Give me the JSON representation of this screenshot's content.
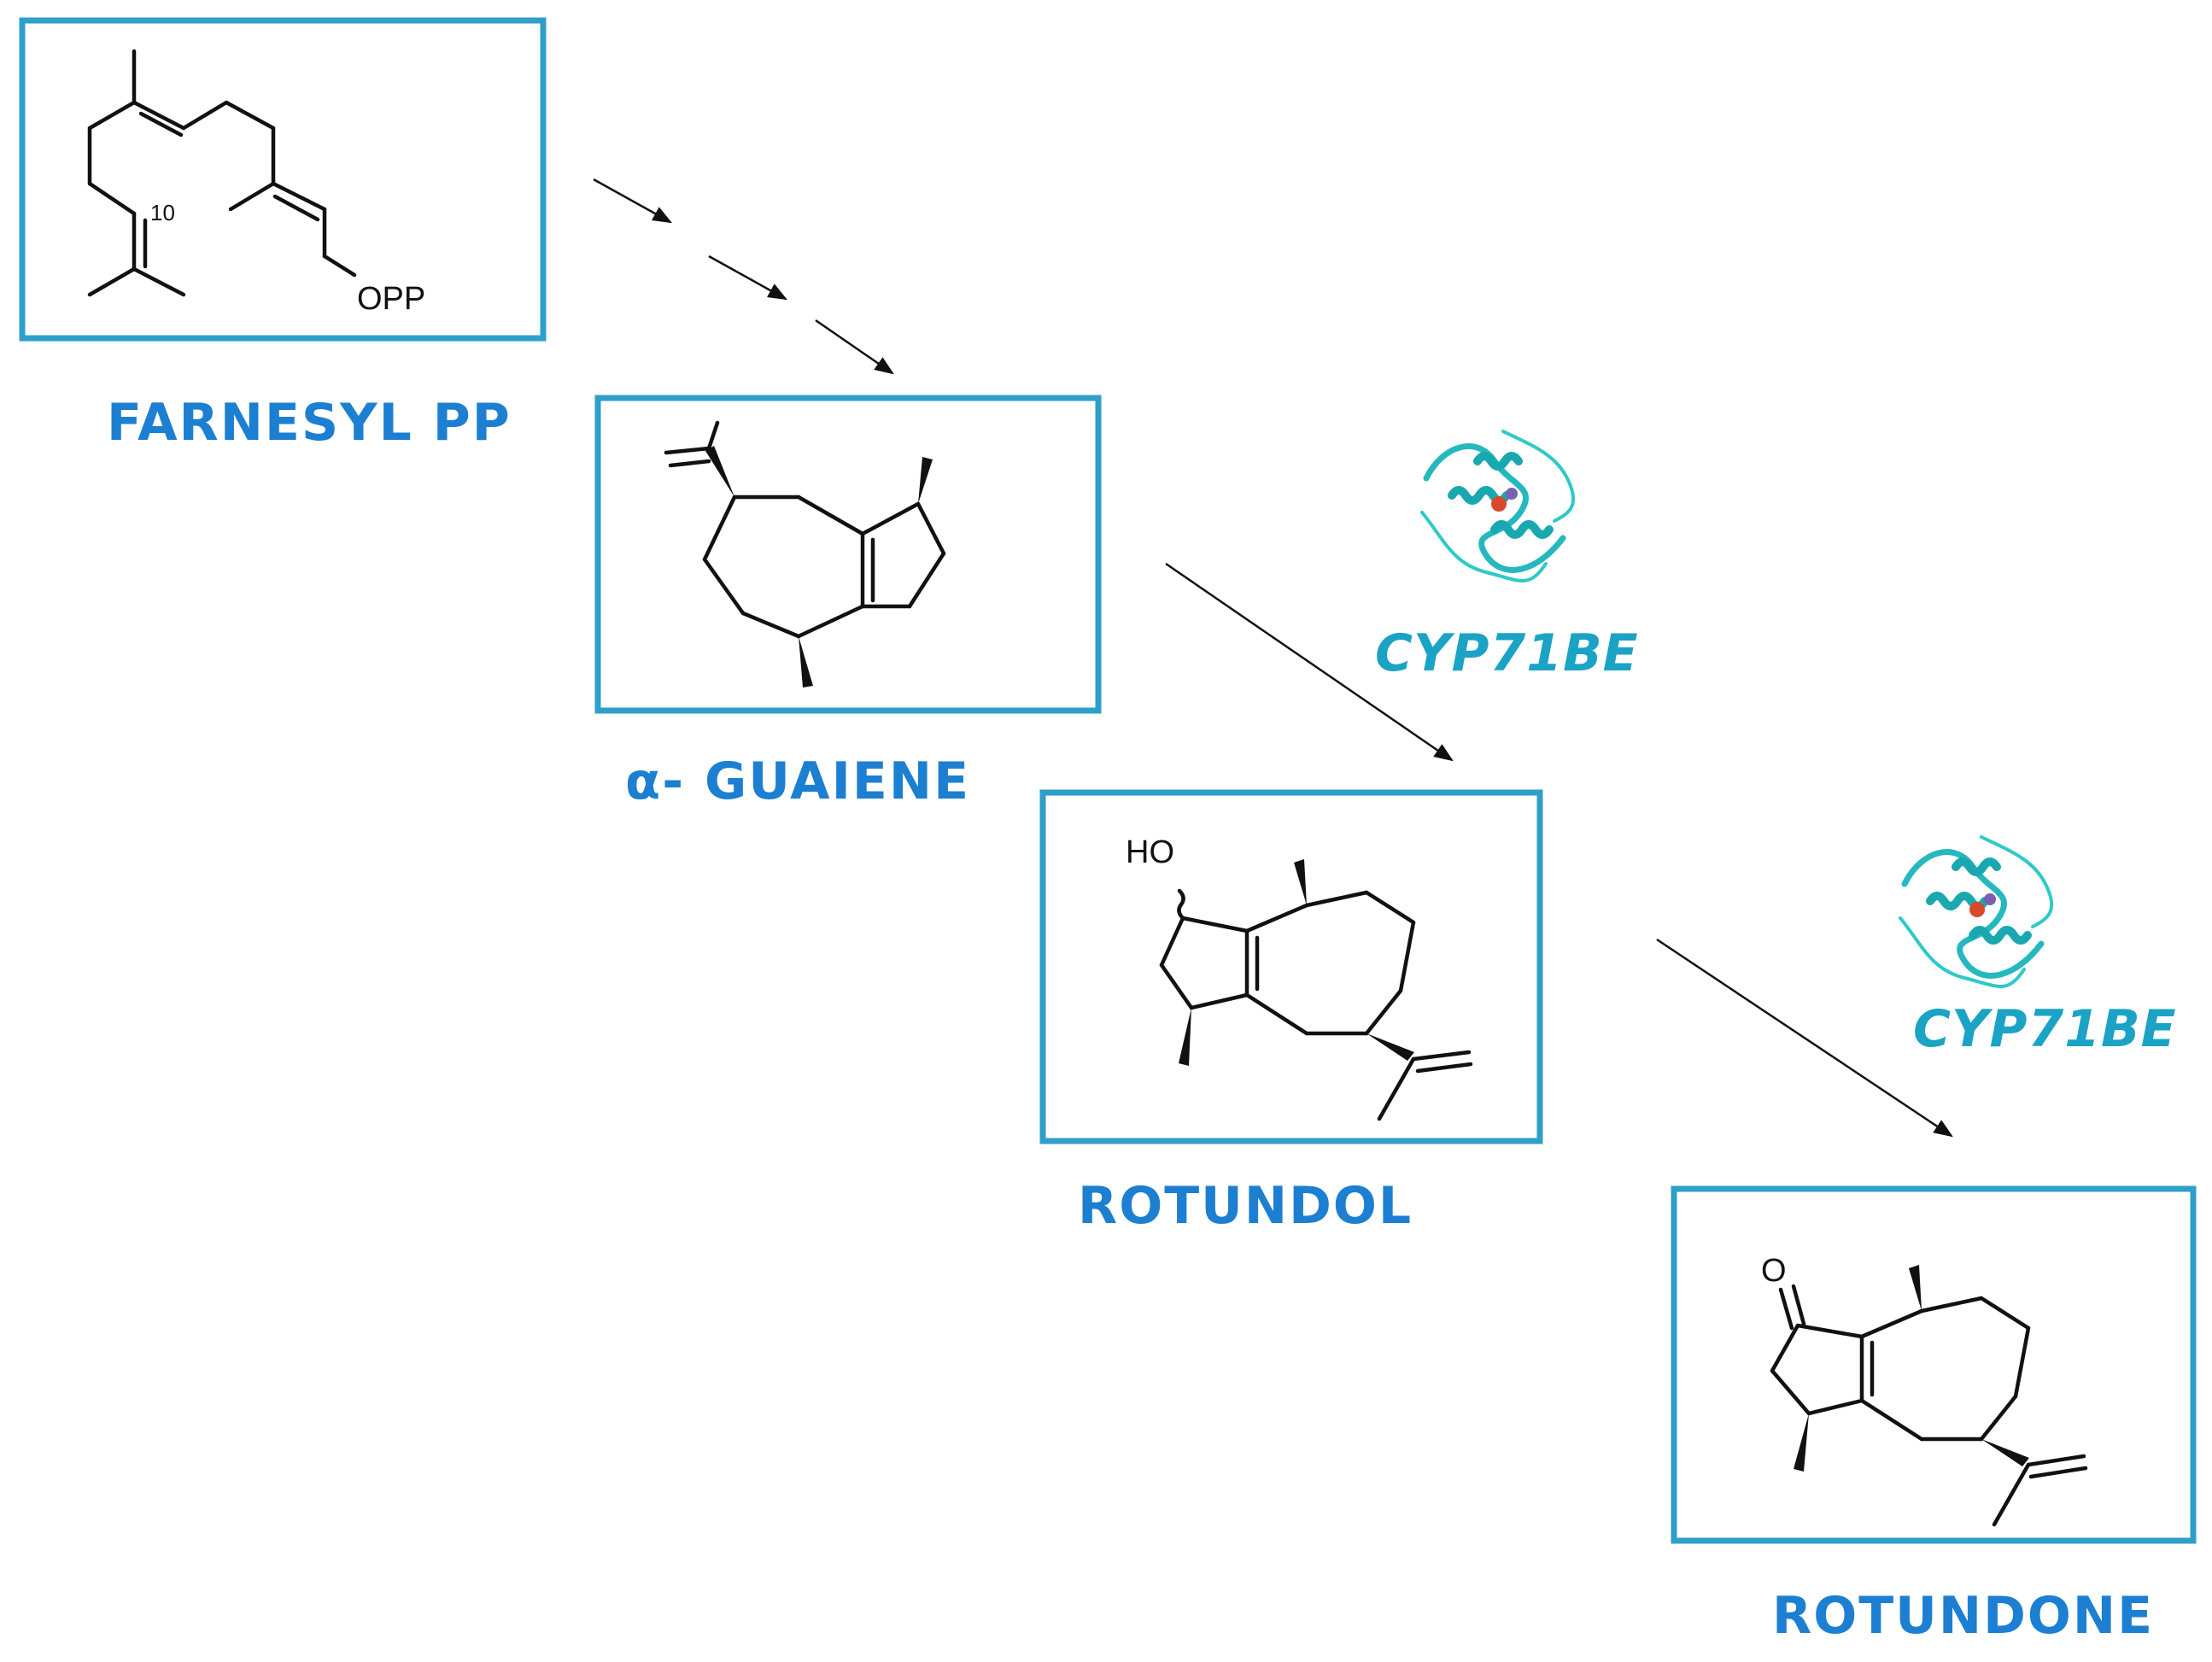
{
  "compounds": {
    "farnesyl_pp": {
      "label": "FARNESYL PP",
      "atom_opp": "OPP",
      "locant": "10"
    },
    "alpha_guaiene": {
      "label": "α- GUAIENE"
    },
    "rotundol": {
      "label": "ROTUNDOL",
      "atom_ho": "HO"
    },
    "rotundone": {
      "label": "ROTUNDONE",
      "atom_o": "O"
    }
  },
  "enzymes": [
    {
      "label": "CYP71BE",
      "icon": "protein-structure-icon"
    },
    {
      "label": "CYP71BE",
      "icon": "protein-structure-icon"
    }
  ],
  "colors": {
    "box_border": "#2e9fc9",
    "compound_label": "#1c7fd1",
    "enzyme_label": "#1aa3c4"
  }
}
